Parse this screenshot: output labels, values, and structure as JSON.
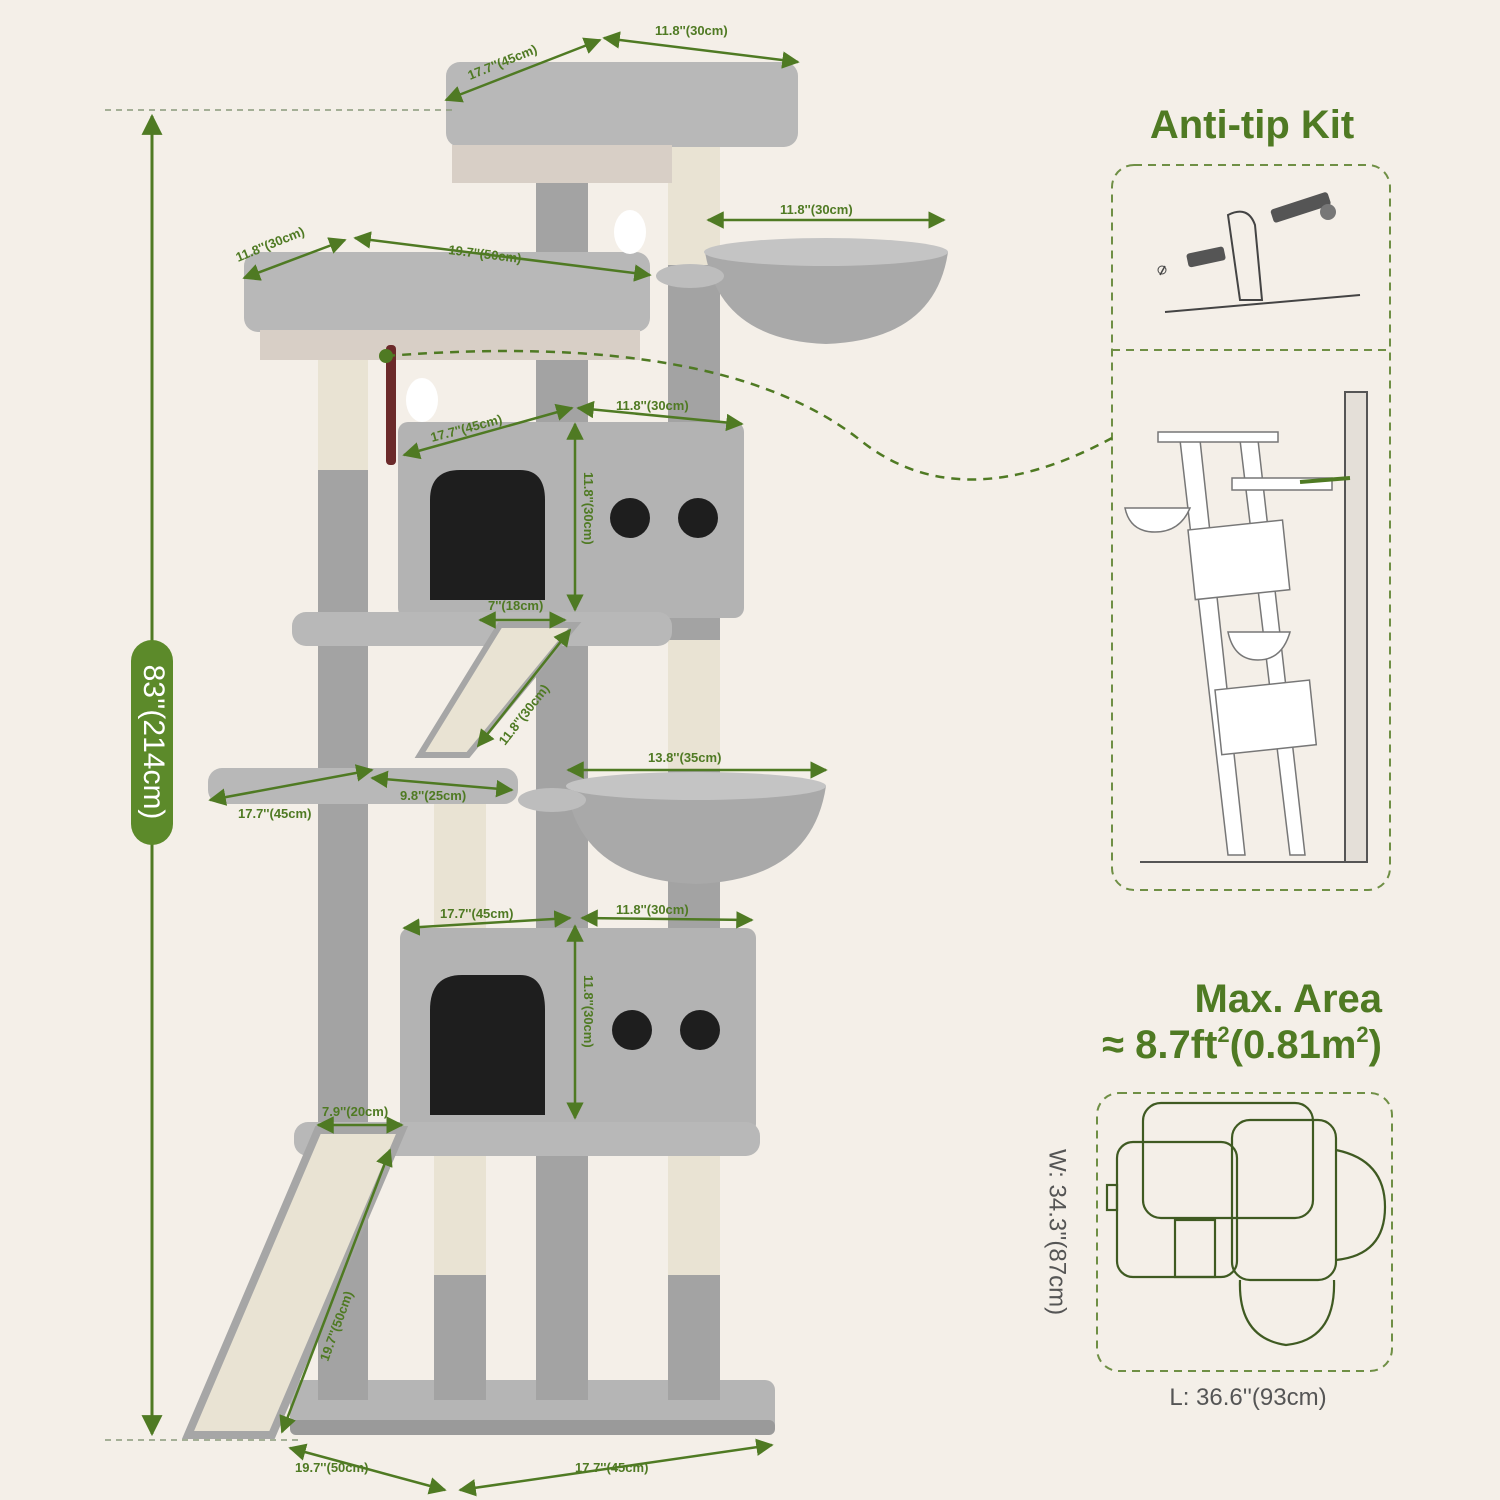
{
  "colors": {
    "background": "#f4efe8",
    "accent_green": "#4f7a23",
    "plush_gray": "#a6a6a6",
    "plush_light": "#c4c4c4",
    "sisal": "#e9e3d3",
    "hole": "#1e1e1e"
  },
  "icons": {
    "anchor_screw": "screw-icon",
    "wall_strap": "strap-icon",
    "cat_tree_outline": "cat-tree-outline-icon",
    "footprint": "footprint-outline-icon"
  },
  "height_badge": "83''(214cm)",
  "dimensions": {
    "top_perch_depth": "17.7''(45cm)",
    "top_perch_width": "11.8''(30cm)",
    "side_perch_depth": "11.8''(30cm)",
    "side_perch_width": "19.7''(50cm)",
    "basket_top": "11.8''(30cm)",
    "condo_top_depth": "17.7''(45cm)",
    "condo_top_width": "11.8''(30cm)",
    "condo_top_height": "11.8''(30cm)",
    "ramp_top_width": "7''(18cm)",
    "ramp_top_length": "11.8''(30cm)",
    "basket_mid": "13.8''(35cm)",
    "mid_platform_depth": "17.7''(45cm)",
    "mid_platform_width": "9.8''(25cm)",
    "condo_bottom_depth": "17.7''(45cm)",
    "condo_bottom_width": "11.8''(30cm)",
    "condo_bottom_height": "11.8''(30cm)",
    "ramp_bottom_width": "7.9''(20cm)",
    "ramp_bottom_length": "19.7''(50cm)",
    "base_depth": "19.7''(50cm)",
    "base_width": "17.7''(45cm)"
  },
  "anti_tip": {
    "title": "Anti-tip Kit"
  },
  "max_area": {
    "title": "Max. Area",
    "approx_prefix": "≈ ",
    "ft_value": "8.7ft",
    "ft_exp": "2",
    "m_value": "(0.81m",
    "m_exp": "2",
    "m_close": ")",
    "width_label": "W: 34.3''(87cm)",
    "length_label": "L: 36.6''(93cm)"
  }
}
